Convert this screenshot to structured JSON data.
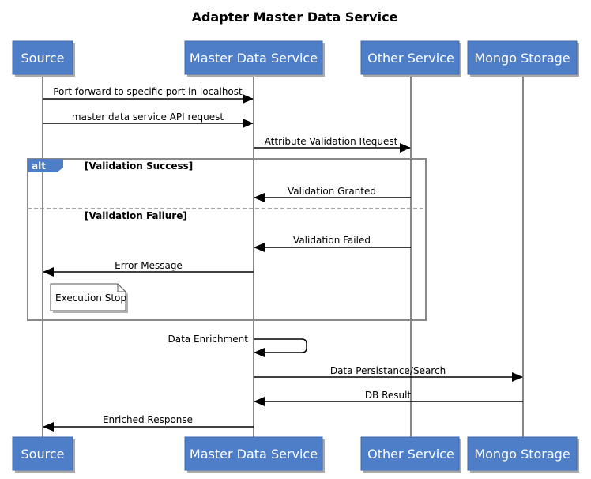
{
  "title": "Adapter Master Data Service",
  "participants": [
    {
      "id": "source",
      "label": "Source"
    },
    {
      "id": "mds",
      "label": "Master Data Service"
    },
    {
      "id": "other",
      "label": "Other Service"
    },
    {
      "id": "mongo",
      "label": "Mongo Storage"
    }
  ],
  "messages": [
    {
      "id": "port-forward",
      "from": "source",
      "to": "mds",
      "label": "Port forward to specific port in localhost"
    },
    {
      "id": "api-request",
      "from": "source",
      "to": "mds",
      "label": "master data service API request"
    },
    {
      "id": "attr-validation",
      "from": "mds",
      "to": "other",
      "label": "Attribute Validation Request"
    },
    {
      "id": "validation-granted",
      "from": "other",
      "to": "mds",
      "label": "Validation Granted"
    },
    {
      "id": "validation-failed",
      "from": "other",
      "to": "mds",
      "label": "Validation Failed"
    },
    {
      "id": "error-message",
      "from": "mds",
      "to": "source",
      "label": "Error Message"
    },
    {
      "id": "data-enrichment",
      "from": "mds",
      "to": "mds",
      "label": "Data Enrichment"
    },
    {
      "id": "data-persistance",
      "from": "mds",
      "to": "mongo",
      "label": "Data Persistance/Search"
    },
    {
      "id": "db-result",
      "from": "mongo",
      "to": "mds",
      "label": "DB Result"
    },
    {
      "id": "enriched-response",
      "from": "mds",
      "to": "source",
      "label": "Enriched Response"
    }
  ],
  "alt_fragment": {
    "tag": "alt",
    "guard_success": "[Validation Success]",
    "guard_failure": "[Validation Failure]"
  },
  "note": {
    "text": "Execution Stop"
  },
  "colors": {
    "participant_fill": "#4f7ec9",
    "participant_text": "#ffffff",
    "lifeline": "#888888"
  }
}
